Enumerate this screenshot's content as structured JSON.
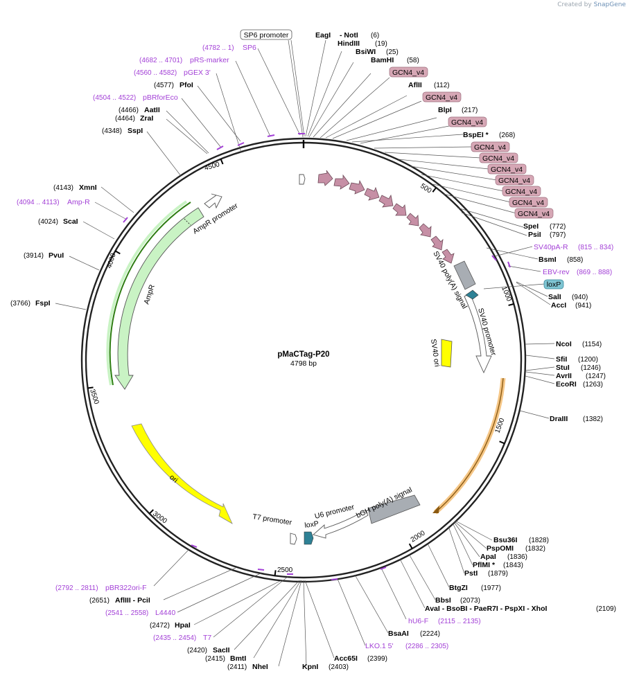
{
  "credit": {
    "text": "Created by",
    "brand": "SnapGene"
  },
  "plasmid": {
    "name": "pMaCTag-P20",
    "length": "4798 bp",
    "total_bp": 4798
  },
  "colors": {
    "primer": "#a23fd6",
    "gcn4": "#d6a7b5",
    "gcn4_arrow": "#c68fa5",
    "loxp": "#2e8195",
    "loxp_box": "#7fc5d3",
    "ampr": "#c9f3c4",
    "ori": "#ffff00",
    "sv40": "#a8adb3",
    "orange": "#f5c686"
  },
  "ticks": [
    {
      "label": "500",
      "bp": 500
    },
    {
      "label": "1000",
      "bp": 1000
    },
    {
      "label": "1500",
      "bp": 1500
    },
    {
      "label": "2000",
      "bp": 2000
    },
    {
      "label": "2500",
      "bp": 2500
    },
    {
      "label": "3000",
      "bp": 3000
    },
    {
      "label": "3500",
      "bp": 3500
    },
    {
      "label": "4000",
      "bp": 4000
    },
    {
      "label": "4500",
      "bp": 4500
    }
  ],
  "labels": [
    {
      "name": "SP6 promoter",
      "pos": "",
      "kind": "box"
    },
    {
      "name": "EagI",
      "pos": "",
      "kind": "enzyme"
    },
    {
      "name": "- NotI",
      "pos": "(6)",
      "kind": "enzyme"
    },
    {
      "name": "HindIII",
      "pos": "(19)",
      "kind": "enzyme"
    },
    {
      "name": "BsiWI",
      "pos": "(25)",
      "kind": "enzyme"
    },
    {
      "name": "BamHI",
      "pos": "(58)",
      "kind": "enzyme"
    },
    {
      "name": "GCN4_v4",
      "pos": "",
      "kind": "gcn4"
    },
    {
      "name": "AflII",
      "pos": "(112)",
      "kind": "enzyme"
    },
    {
      "name": "GCN4_v4",
      "pos": "",
      "kind": "gcn4"
    },
    {
      "name": "BlpI",
      "pos": "(217)",
      "kind": "enzyme"
    },
    {
      "name": "GCN4_v4",
      "pos": "",
      "kind": "gcn4"
    },
    {
      "name": "BspEI *",
      "pos": "(268)",
      "kind": "enzyme"
    },
    {
      "name": "GCN4_v4",
      "pos": "",
      "kind": "gcn4"
    },
    {
      "name": "GCN4_v4",
      "pos": "",
      "kind": "gcn4"
    },
    {
      "name": "GCN4_v4",
      "pos": "",
      "kind": "gcn4"
    },
    {
      "name": "GCN4_v4",
      "pos": "",
      "kind": "gcn4"
    },
    {
      "name": "GCN4_v4",
      "pos": "",
      "kind": "gcn4"
    },
    {
      "name": "GCN4_v4",
      "pos": "",
      "kind": "gcn4"
    },
    {
      "name": "GCN4_v4",
      "pos": "",
      "kind": "gcn4"
    },
    {
      "name": "SpeI",
      "pos": "(772)",
      "kind": "enzyme"
    },
    {
      "name": "PsiI",
      "pos": "(797)",
      "kind": "enzyme"
    },
    {
      "name": "SV40pA-R",
      "pos": "(815 .. 834)",
      "kind": "primer"
    },
    {
      "name": "BsmI",
      "pos": "(858)",
      "kind": "enzyme"
    },
    {
      "name": "EBV-rev",
      "pos": "(869 .. 888)",
      "kind": "primer"
    },
    {
      "name": "loxP",
      "pos": "",
      "kind": "loxp"
    },
    {
      "name": "SalI",
      "pos": "(940)",
      "kind": "enzyme"
    },
    {
      "name": "AccI",
      "pos": "(941)",
      "kind": "enzyme"
    },
    {
      "name": "NcoI",
      "pos": "(1154)",
      "kind": "enzyme"
    },
    {
      "name": "SfiI",
      "pos": "(1200)",
      "kind": "enzyme"
    },
    {
      "name": "StuI",
      "pos": "(1246)",
      "kind": "enzyme"
    },
    {
      "name": "AvrII",
      "pos": "(1247)",
      "kind": "enzyme"
    },
    {
      "name": "EcoRI",
      "pos": "(1263)",
      "kind": "enzyme"
    },
    {
      "name": "DraIII",
      "pos": "(1382)",
      "kind": "enzyme"
    },
    {
      "name": "Bsu36I",
      "pos": "(1828)",
      "kind": "enzyme"
    },
    {
      "name": "PspOMI",
      "pos": "(1832)",
      "kind": "enzyme"
    },
    {
      "name": "ApaI",
      "pos": "(1836)",
      "kind": "enzyme"
    },
    {
      "name": "PflMI *",
      "pos": "(1843)",
      "kind": "enzyme"
    },
    {
      "name": "PstI",
      "pos": "(1879)",
      "kind": "enzyme"
    },
    {
      "name": "BtgZI",
      "pos": "(1977)",
      "kind": "enzyme"
    },
    {
      "name": "BbsI",
      "pos": "(2073)",
      "kind": "enzyme"
    },
    {
      "name": "AvaI - BsoBI - PaeR7I - PspXI - XhoI",
      "pos": "(2109)",
      "kind": "enzyme"
    },
    {
      "name": "hU6-F",
      "pos": "(2115 .. 2135)",
      "kind": "primer"
    },
    {
      "name": "BsaAI",
      "pos": "(2224)",
      "kind": "enzyme"
    },
    {
      "name": "LKO.1 5'",
      "pos": "(2286 .. 2305)",
      "kind": "primer"
    },
    {
      "name": "Acc65I",
      "pos": "(2399)",
      "kind": "enzyme"
    },
    {
      "name": "KpnI",
      "pos": "(2403)",
      "kind": "enzyme"
    },
    {
      "name": "NheI",
      "pos": "(2411)",
      "kind": "enzyme"
    },
    {
      "name": "BmtI",
      "pos": "(2415)",
      "kind": "enzyme"
    },
    {
      "name": "SacII",
      "pos": "(2420)",
      "kind": "enzyme"
    },
    {
      "name": "T7",
      "pos": "(2435 .. 2454)",
      "kind": "primer"
    },
    {
      "name": "HpaI",
      "pos": "(2472)",
      "kind": "enzyme"
    },
    {
      "name": "L4440",
      "pos": "(2541 .. 2558)",
      "kind": "primer"
    },
    {
      "name": "AflIII - PciI",
      "pos": "(2651)",
      "kind": "enzyme"
    },
    {
      "name": "pBR322ori-F",
      "pos": "(2792 .. 2811)",
      "kind": "primer"
    },
    {
      "name": "FspI",
      "pos": "(3766)",
      "kind": "enzyme"
    },
    {
      "name": "PvuI",
      "pos": "(3914)",
      "kind": "enzyme"
    },
    {
      "name": "ScaI",
      "pos": "(4024)",
      "kind": "enzyme"
    },
    {
      "name": "Amp-R",
      "pos": "(4094 .. 4113)",
      "kind": "primer"
    },
    {
      "name": "XmnI",
      "pos": "(4143)",
      "kind": "enzyme"
    },
    {
      "name": "SspI",
      "pos": "(4348)",
      "kind": "enzyme"
    },
    {
      "name": "ZraI",
      "pos": "(4464)",
      "kind": "enzyme"
    },
    {
      "name": "AatII",
      "pos": "(4466)",
      "kind": "enzyme"
    },
    {
      "name": "pBRforEco",
      "pos": "(4504 .. 4522)",
      "kind": "primer"
    },
    {
      "name": "PfoI",
      "pos": "(4577)",
      "kind": "enzyme"
    },
    {
      "name": "pGEX 3'",
      "pos": "(4560 .. 4582)",
      "kind": "primer"
    },
    {
      "name": "pRS-marker",
      "pos": "(4682 .. 4701)",
      "kind": "primer"
    },
    {
      "name": "SP6",
      "pos": "(4782 .. 1)",
      "kind": "primer"
    }
  ],
  "features": [
    {
      "name": "AmpR promoter"
    },
    {
      "name": "AmpR"
    },
    {
      "name": "ori"
    },
    {
      "name": "SV40 poly(A) signal"
    },
    {
      "name": "SV40 promoter"
    },
    {
      "name": "SV40 ori"
    },
    {
      "name": "T7 promoter"
    },
    {
      "name": "loxP"
    },
    {
      "name": "U6 promoter"
    },
    {
      "name": "bGH poly(A) signal"
    }
  ]
}
